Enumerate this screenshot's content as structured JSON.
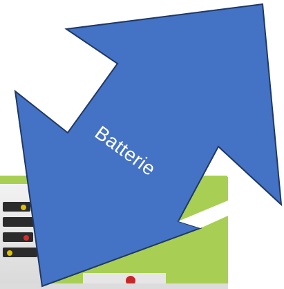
{
  "label": "Batterie",
  "colors": {
    "arrow_fill": "#4472c4",
    "arrow_stroke": "#1f3864",
    "label_text": "#ffffff",
    "photo_background": "#a8cf53"
  },
  "icons": {
    "arrow": "double-headed-diagonal-arrow",
    "photo": "battery-pack-photo"
  }
}
